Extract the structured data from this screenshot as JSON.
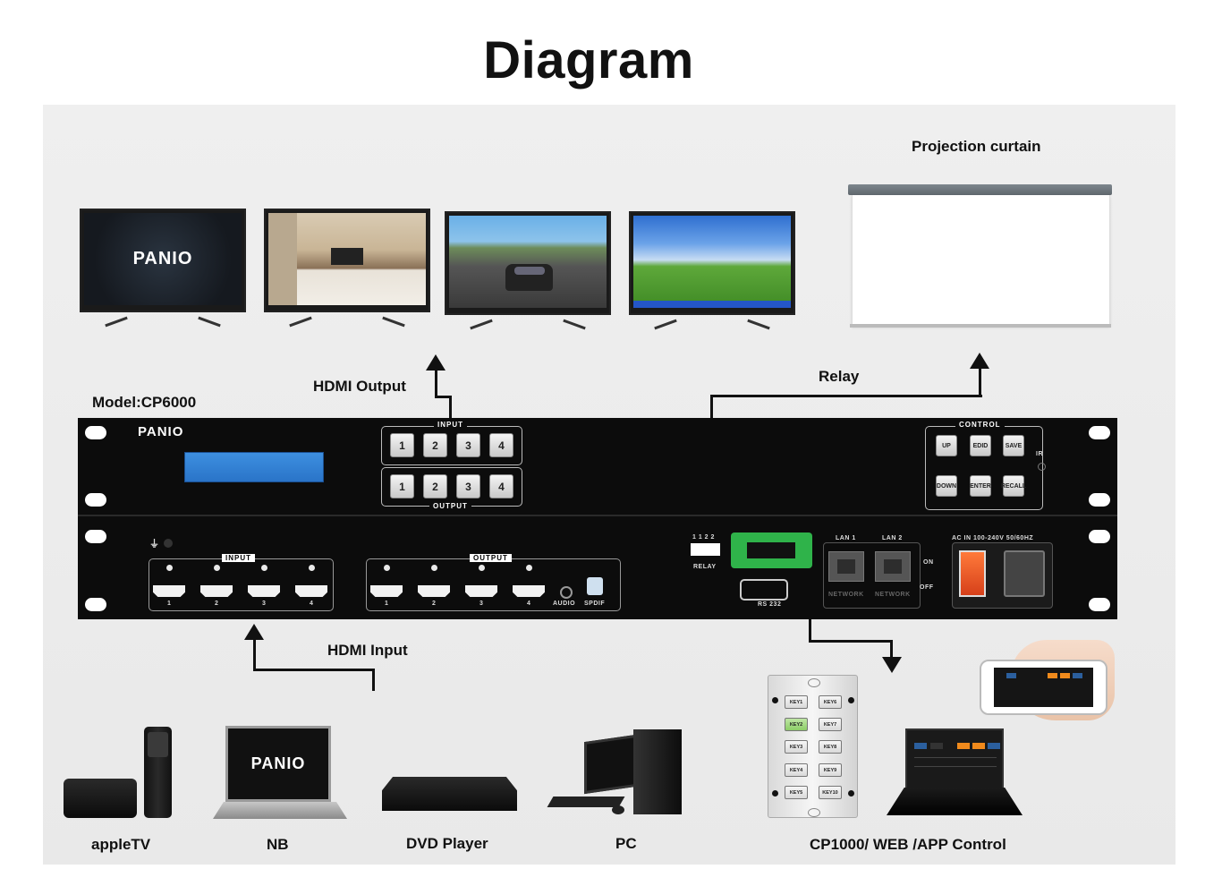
{
  "title": "Diagram",
  "labels": {
    "projection_curtain": "Projection curtain",
    "hdmi_output": "HDMI Output",
    "relay": "Relay",
    "model": "Model:CP6000",
    "hdmi_input": "HDMI Input"
  },
  "brand": "PANIO",
  "device": {
    "front_input_title": "INPUT",
    "front_output_title": "OUTPUT",
    "front_buttons": [
      "1",
      "2",
      "3",
      "4"
    ],
    "control_title": "CONTROL",
    "control_buttons": [
      "UP",
      "EDID",
      "SAVE",
      "DOWN",
      "ENTER",
      "RECALL"
    ],
    "ir": "IR",
    "rear_input_title": "INPUT",
    "rear_output_title": "OUTPUT",
    "port_numbers": [
      "1",
      "2",
      "3",
      "4"
    ],
    "audio": "AUDIO",
    "spdif": "SPDIF",
    "relay_pins": "1 1 2 2",
    "relay": "RELAY",
    "rs232": "RS 232",
    "lan1": "LAN 1",
    "lan2": "LAN 2",
    "network": "NETWORK",
    "power": "AC IN  100-240V 50/60HZ",
    "on": "ON",
    "off": "OFF"
  },
  "keypad_keys": [
    "KEY1",
    "KEY6",
    "KEY2",
    "KEY7",
    "KEY3",
    "KEY8",
    "KEY4",
    "KEY9",
    "KEY5",
    "KEY10"
  ],
  "sources": {
    "appletv": "appleTV",
    "nb": "NB",
    "dvd": "DVD Player",
    "pc": "PC",
    "control": "CP1000/ WEB /APP Control"
  },
  "colors": {
    "panel_bg": "#ececec",
    "device_body": "#0c0c0c",
    "lcd_blue": "#3d8fe0",
    "terminal_green": "#2fb34a",
    "power_switch": "#e04a1a",
    "keypad_active": "#8ccd67"
  },
  "icons": [
    "tv-icon",
    "projection-screen-icon",
    "appletv-icon",
    "laptop-icon",
    "dvd-player-icon",
    "pc-icon",
    "keypad-icon",
    "phone-icon"
  ]
}
